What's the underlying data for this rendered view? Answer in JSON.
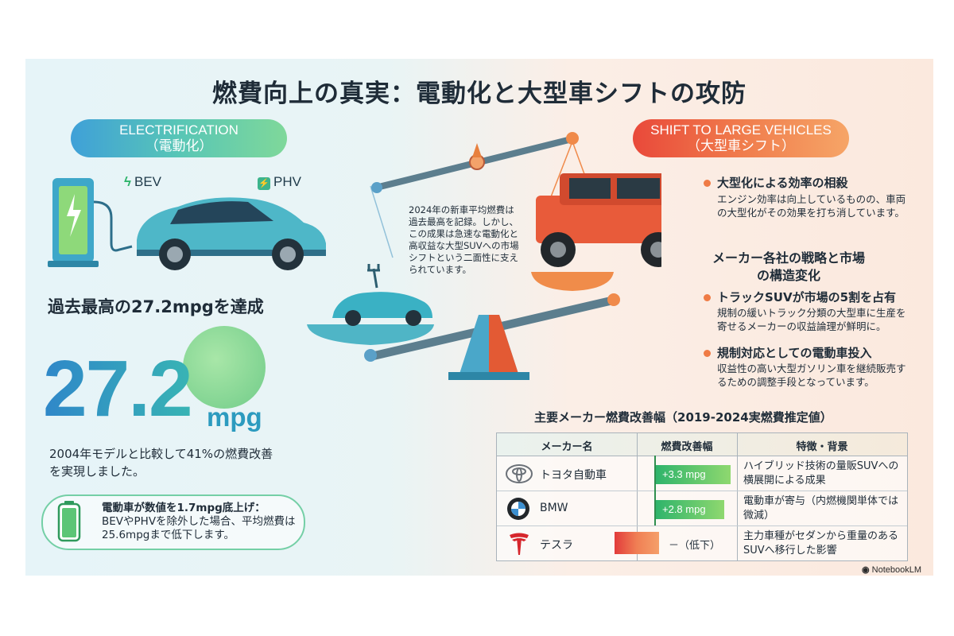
{
  "title": "燃費向上の真実：電動化と大型車シフトの攻防",
  "electrification": {
    "label_en": "ELECTRIFICATION",
    "label_jp": "（電動化）",
    "tag_bev": "BEV",
    "tag_phv": "PHV",
    "record_headline": "過去最高の27.2mpgを達成",
    "big_value": "27.2",
    "big_unit": "mpg",
    "comparison": "2004年モデルと比較して41%の燃費改善を実現しました。",
    "ev_note_line1": "電動車が数値を1.7mpg底上げ：",
    "ev_note_line2": "BEVやPHVを除外した場合、平均燃費は25.6mpgまで低下します。"
  },
  "center_note": "2024年の新車平均燃費は過去最高を記録。しかし、この成果は急速な電動化と高収益な大型SUVへの市場シフトという二面性に支えられています。",
  "large_vehicles": {
    "label_en": "SHIFT TO LARGE VEHICLES",
    "label_jp": "（大型車シフト）",
    "point1_head": "大型化による効率の相殺",
    "point1_body": "エンジン効率は向上しているものの、車両の大型化がその効果を打ち消しています。",
    "strategy_title": "メーカー各社の戦略と市場の構造変化",
    "point2_head": "トラックSUVが市場の5割を占有",
    "point2_body": "規制の緩いトラック分類の大型車に生産を寄せるメーカーの収益論理が鮮明に。",
    "point3_head": "規制対応としての電動車投入",
    "point3_body": "収益性の高い大型ガソリン車を継続販売するための調整手段となっています。"
  },
  "table": {
    "title": "主要メーカー燃費改善幅（2019-2024実燃費推定値）",
    "headers": [
      "メーカー名",
      "燃費改善幅",
      "特徴・背景"
    ],
    "rows": [
      {
        "maker": "トヨタ自動車",
        "change": "+3.3 mpg",
        "change_value": 3.3,
        "note": "ハイブリッド技術の量販SUVへの横展開による成果"
      },
      {
        "maker": "BMW",
        "change": "+2.8 mpg",
        "change_value": 2.8,
        "note": "電動車が寄与（内燃機関単体では微減）"
      },
      {
        "maker": "テスラ",
        "change": "－（低下）",
        "change_value": null,
        "note": "主力車種がセダンから重量のあるSUVへ移行した影響"
      }
    ]
  },
  "watermark": "NotebookLM",
  "colors": {
    "electric_accent": "#3fa0d8",
    "large_accent": "#ef6a3f",
    "positive_bar": "#2fb46b",
    "negative_bar": "#e23b3b"
  }
}
